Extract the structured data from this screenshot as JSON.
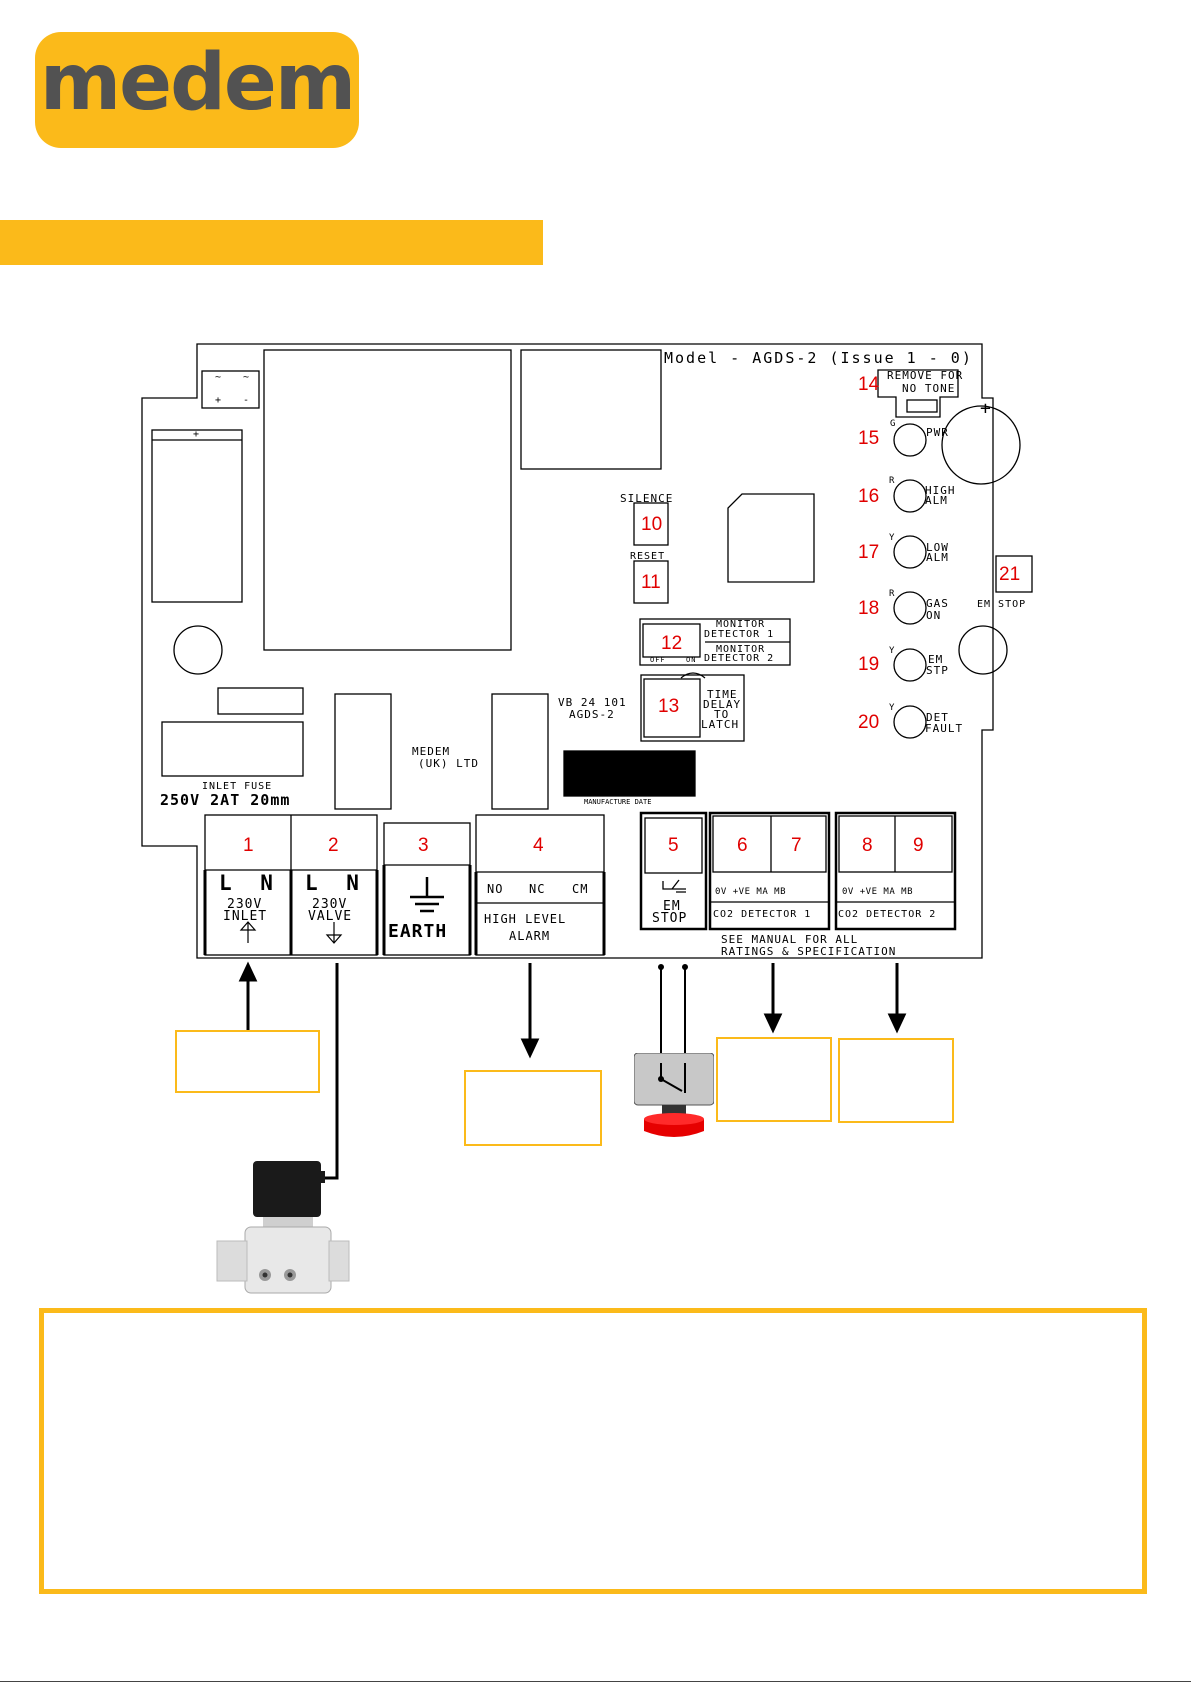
{
  "logo": {
    "text": "medem"
  },
  "board": {
    "model": "Model - AGDS-2 (Issue 1 - 0)",
    "remove_for": "REMOVE FOR",
    "no_tone": "NO TONE",
    "silence": "SILENCE",
    "reset": "RESET",
    "monitor_d1_a": "MONITOR",
    "monitor_d1_b": "DETECTOR 1",
    "monitor_d2_a": "MONITOR",
    "monitor_d2_b": "DETECTOR 2",
    "off": "OFF",
    "on": "ON",
    "time_delay_1": "TIME",
    "time_delay_2": "DELAY",
    "time_delay_3": "TO",
    "time_delay_4": "LATCH",
    "vb_code": "VB 24 101",
    "agds": "AGDS-2",
    "medem_1": "MEDEM",
    "medem_2": "(UK) LTD",
    "manufacture_date": "MANUFACTURE DATE",
    "inlet_fuse": "INLET FUSE",
    "fuse_rating": "250V 2AT 20mm",
    "see_manual_1": "SEE MANUAL FOR ALL",
    "see_manual_2": "RATINGS & SPECIFICATION",
    "em_stop_side": "EM STOP",
    "led_g": "G",
    "led_r1": "R",
    "led_y1": "Y",
    "led_r2": "R",
    "led_y2": "Y",
    "led_y3": "Y",
    "pwr": "PWR",
    "high_alm_1": "HIGH",
    "high_alm_2": "ALM",
    "low_alm_1": "LOW",
    "low_alm_2": "ALM",
    "gas_on_1": "GAS",
    "gas_on_2": "ON",
    "em_stp_1": "EM",
    "em_stp_2": "STP",
    "det_fault_1": "DET",
    "det_fault_2": "FAULT",
    "bridge_tl": "~",
    "bridge_tr": "~",
    "bridge_bl": "+",
    "bridge_br": "-",
    "cap_plus": "+",
    "batt_plus": "+"
  },
  "terminals": {
    "t1_top": "L N",
    "t1_v": "230V",
    "t1_label": "INLET",
    "t2_top": "L N",
    "t2_v": "230V",
    "t2_label": "VALVE",
    "t3_label": "EARTH",
    "t4_no": "NO",
    "t4_nc": "NC",
    "t4_cm": "CM",
    "t4_label_1": "HIGH LEVEL",
    "t4_label_2": "ALARM",
    "t5_label_1": "EM",
    "t5_label_2": "STOP",
    "d1_pins": "0V +VE MA MB",
    "d1_label": "CO2 DETECTOR 1",
    "d2_pins": "0V +VE MA MB",
    "d2_label": "CO2 DETECTOR 2"
  },
  "numbers": {
    "n1": "1",
    "n2": "2",
    "n3": "3",
    "n4": "4",
    "n5": "5",
    "n6": "6",
    "n7": "7",
    "n8": "8",
    "n9": "9",
    "n10": "10",
    "n11": "11",
    "n12": "12",
    "n13": "13",
    "n14": "14",
    "n15": "15",
    "n16": "16",
    "n17": "17",
    "n18": "18",
    "n19": "19",
    "n20": "20",
    "n21": "21"
  },
  "colors": {
    "brand": "#fbba1a",
    "logo_text": "#525252",
    "callout": "#e00000"
  }
}
